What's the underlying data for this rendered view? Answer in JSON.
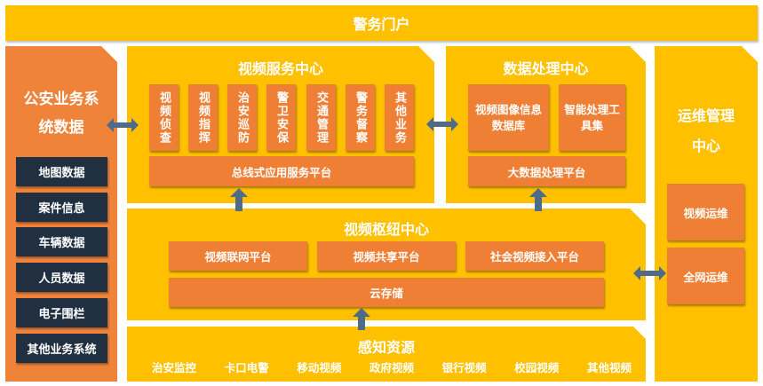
{
  "portal": {
    "title": "警务门户"
  },
  "public_security": {
    "title": "公安业务系统数据",
    "items": [
      "地图数据",
      "案件信息",
      "车辆数据",
      "人员数据",
      "电子围栏",
      "其他业务系统"
    ]
  },
  "video_service": {
    "title": "视频服务中心",
    "modules": [
      "视频侦查",
      "视频指挥",
      "治安巡防",
      "警卫安保",
      "交通管理",
      "警务督察",
      "其他业务"
    ],
    "platform": "总线式应用服务平台"
  },
  "data_processing": {
    "title": "数据处理中心",
    "modules": [
      "视频图像信息数据库",
      "智能处理工具集"
    ],
    "platform": "大数据处理平台"
  },
  "video_hub": {
    "title": "视频枢纽中心",
    "platforms": [
      "视频联网平台",
      "视频共享平台",
      "社会视频接入平台"
    ],
    "storage": "云存储"
  },
  "perception": {
    "title": "感知资源",
    "items": [
      "治安监控",
      "卡口电警",
      "移动视频",
      "政府视频",
      "银行视频",
      "校园视频",
      "其他视频"
    ]
  },
  "ops_center": {
    "title": "运维管理中心",
    "items": [
      "视频运维",
      "全网运维"
    ]
  },
  "colors": {
    "yellow": "#ffc000",
    "orange": "#ef7f35",
    "dark": "#203040",
    "arrow": "#4f6b8a"
  }
}
